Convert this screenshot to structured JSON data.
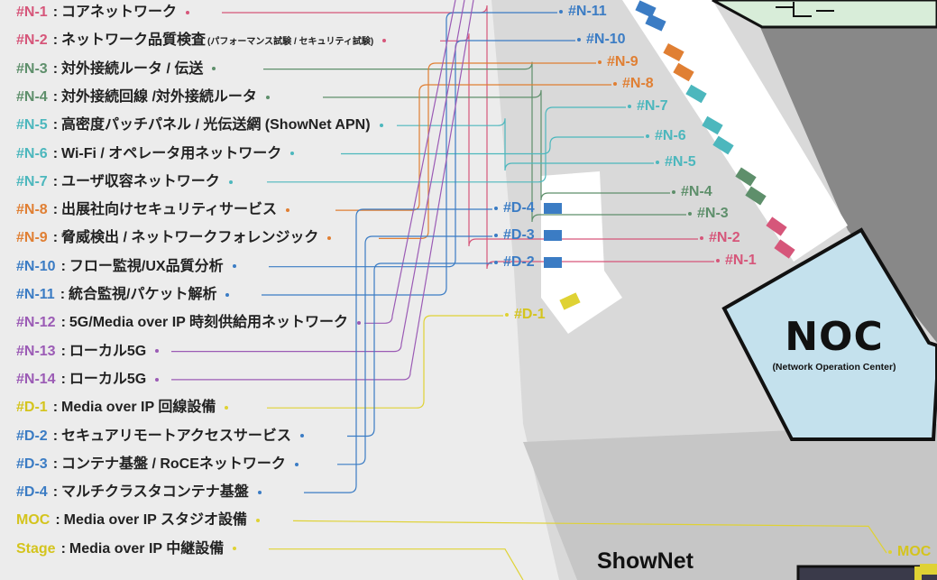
{
  "colors": {
    "pink": "#d6567a",
    "orange": "#e07f33",
    "green": "#5e8f6b",
    "teal": "#4cb7bd",
    "blue": "#3b7cc4",
    "purple": "#9b5bb5",
    "yellow": "#dfd234",
    "yellow_text": "#d4c41d",
    "noc_fill": "#c4e1ed",
    "top_box_fill": "#d8edd9"
  },
  "legend": [
    {
      "code": "#N-1",
      "desc": "コアネットワーク",
      "color": "pink"
    },
    {
      "code": "#N-2",
      "desc": "ネットワーク品質検査",
      "small": "(パフォーマンス試験 / セキュリティ試験)",
      "color": "pink"
    },
    {
      "code": "#N-3",
      "desc": "対外接続ルータ / 伝送",
      "color": "green"
    },
    {
      "code": "#N-4",
      "desc": "対外接続回線 /対外接続ルータ",
      "color": "green"
    },
    {
      "code": "#N-5",
      "desc": "高密度パッチパネル / 光伝送網 (ShowNet APN)",
      "color": "teal"
    },
    {
      "code": "#N-6",
      "desc": "Wi-Fi / オペレータ用ネットワーク",
      "color": "teal"
    },
    {
      "code": "#N-7",
      "desc": "ユーザ収容ネットワーク",
      "color": "teal"
    },
    {
      "code": "#N-8",
      "desc": "出展社向けセキュリティサービス",
      "color": "orange"
    },
    {
      "code": "#N-9",
      "desc": "脅威検出 / ネットワークフォレンジック",
      "color": "orange"
    },
    {
      "code": "#N-10",
      "desc": "フロー監視/UX品質分析",
      "color": "blue"
    },
    {
      "code": "#N-11",
      "desc": "統合監視/パケット解析",
      "color": "blue"
    },
    {
      "code": "#N-12",
      "desc": "5G/Media over IP 時刻供給用ネットワーク",
      "color": "purple"
    },
    {
      "code": "#N-13",
      "desc": "ローカル5G",
      "color": "purple"
    },
    {
      "code": "#N-14",
      "desc": "ローカル5G",
      "color": "purple"
    },
    {
      "code": "#D-1",
      "desc": "Media over IP 回線設備",
      "color": "yellow"
    },
    {
      "code": "#D-2",
      "desc": "セキュアリモートアクセスサービス",
      "color": "blue"
    },
    {
      "code": "#D-3",
      "desc": "コンテナ基盤 / RoCEネットワーク",
      "color": "blue"
    },
    {
      "code": "#D-4",
      "desc": "マルチクラスタコンテナ基盤",
      "color": "blue"
    },
    {
      "code": "MOC",
      "desc": "Media over IP スタジオ設備",
      "color": "yellow"
    },
    {
      "code": "Stage",
      "desc": "Media over IP 中継設備",
      "color": "yellow"
    }
  ],
  "racks": [
    {
      "code": "#N-11",
      "color": "blue"
    },
    {
      "code": "#N-10",
      "color": "blue"
    },
    {
      "code": "#N-9",
      "color": "orange"
    },
    {
      "code": "#N-8",
      "color": "orange"
    },
    {
      "code": "#N-7",
      "color": "teal"
    },
    {
      "code": "#N-6",
      "color": "teal"
    },
    {
      "code": "#N-5",
      "color": "teal"
    },
    {
      "code": "#N-4",
      "color": "green"
    },
    {
      "code": "#N-3",
      "color": "green"
    },
    {
      "code": "#N-2",
      "color": "pink"
    },
    {
      "code": "#N-1",
      "color": "pink"
    },
    {
      "code": "#D-4",
      "color": "blue"
    },
    {
      "code": "#D-3",
      "color": "blue"
    },
    {
      "code": "#D-2",
      "color": "blue"
    },
    {
      "code": "#D-1",
      "color": "yellow"
    },
    {
      "code": "MOC",
      "color": "yellow"
    }
  ],
  "noc": {
    "title": "NOC",
    "subtitle": "(Network Operation Center)"
  },
  "shownet_label": "ShowNet"
}
